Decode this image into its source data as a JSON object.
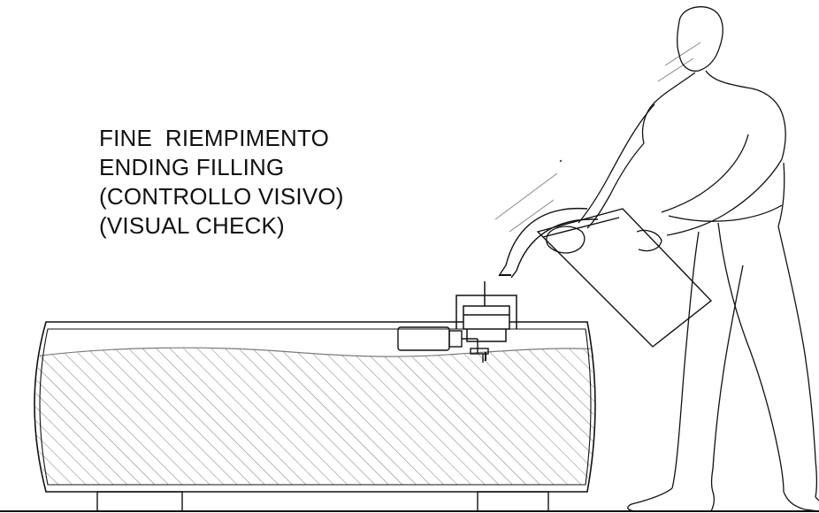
{
  "caption": {
    "line1": "FINE  RIEMPIMENTO",
    "line2": "ENDING FILLING",
    "line3": "(CONTROLLO VISIVO)",
    "line4": "(VISUAL CHECK)"
  },
  "colors": {
    "line": "#111111",
    "hatch": "#7a7a7a",
    "background": "#ffffff"
  }
}
